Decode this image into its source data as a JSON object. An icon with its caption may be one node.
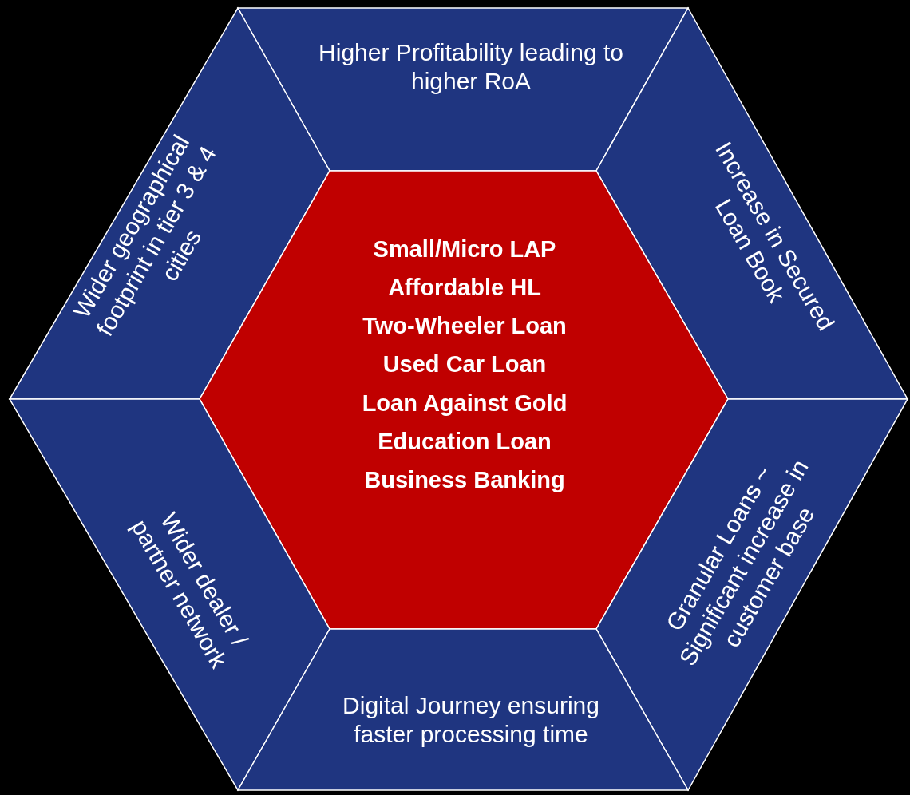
{
  "diagram": {
    "nodes": [
      {
        "text": [
          "Higher Profitability leading to higher RoA"
        ]
      },
      {
        "text": [
          "Wider geographical footprint in tier 3 & 4 cities"
        ]
      },
      {
        "text": [
          "Increase in Secured Loan Book"
        ]
      },
      {
        "text": [
          "Small/Micro LAP",
          "Affordable HL",
          "Two-Wheeler Loan",
          "Used Car Loan",
          "Loan Against Gold",
          "Education Loan",
          "Business Banking"
        ]
      },
      {
        "text": [
          "Wider dealer / partner network"
        ]
      },
      {
        "text": [
          "Granular Loans ~ Significant increase in customer base"
        ]
      },
      {
        "text": [
          "Digital Journey ensuring faster processing time"
        ]
      }
    ]
  }
}
